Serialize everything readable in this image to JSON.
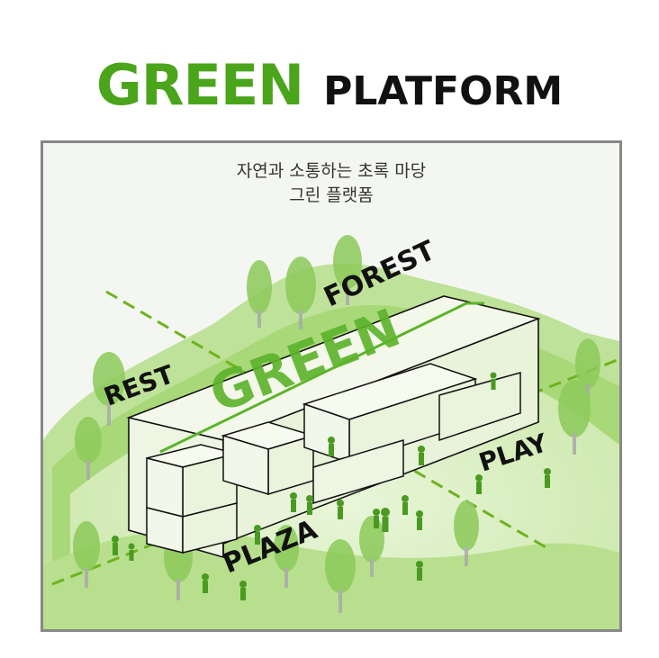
{
  "title": {
    "green": "GREEN",
    "black": "PLATFORM"
  },
  "subtitle": {
    "line1": "자연과 소통하는 초록 마당",
    "line2": "그린 플랫폼"
  },
  "labels": {
    "building": "GREEN",
    "forest": "FOREST",
    "rest": "REST",
    "play": "PLAY",
    "plaza": "PLAZA"
  },
  "colors": {
    "brand_green": "#4aa51b",
    "light_green": "#c9e6a7",
    "mid_green": "#9fd46f",
    "dash_green": "#6fb21e",
    "building_fill": "#f6faef",
    "outline": "#111111"
  }
}
